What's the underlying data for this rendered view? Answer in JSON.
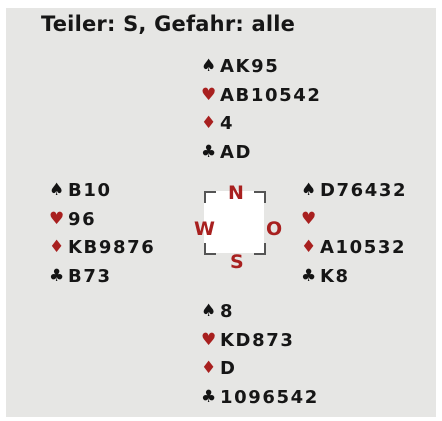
{
  "title": "Teiler: S, Gefahr: alle",
  "suit_icons": {
    "spade": "♠",
    "heart": "♥",
    "diamond": "♦",
    "club": "♣"
  },
  "colors": {
    "red_suit": "#a8201f",
    "black_suit": "#141414",
    "background": "#e6e6e4"
  },
  "compass": {
    "north": "N",
    "west": "W",
    "east": "O",
    "south": "S"
  },
  "hands": {
    "north": {
      "spades": "AK95",
      "hearts": "AB10542",
      "diamonds": "4",
      "clubs": "AD"
    },
    "west": {
      "spades": "B10",
      "hearts": "96",
      "diamonds": "KB9876",
      "clubs": "B73"
    },
    "east": {
      "spades": "D76432",
      "hearts": "",
      "diamonds": "A10532",
      "clubs": "K8"
    },
    "south": {
      "spades": "8",
      "hearts": "KD873",
      "diamonds": "D",
      "clubs": "1096542"
    }
  }
}
